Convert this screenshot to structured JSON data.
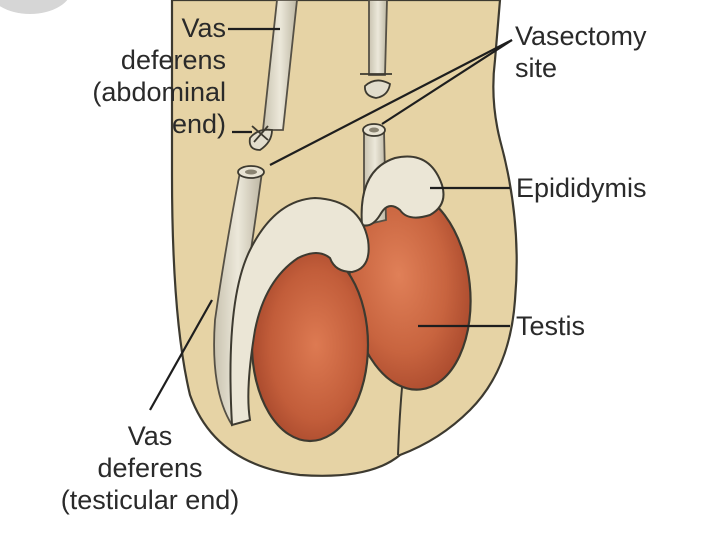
{
  "diagram": {
    "labels": {
      "vas_deferens_abdominal": [
        "Vas",
        "deferens",
        "(abdominal",
        "end)"
      ],
      "vasectomy_site": [
        "Vasectomy",
        "site"
      ],
      "epididymis": "Epididymis",
      "testis": "Testis",
      "vas_deferens_testicular": [
        "Vas",
        "deferens",
        "(testicular end)"
      ]
    },
    "colors": {
      "skin": "#e6d3a5",
      "skin_outline": "#3d3a30",
      "tube": "#e2ddcc",
      "tube_shadow": "#b8b29f",
      "testis": "#c8643f",
      "testis_dark": "#a8482c",
      "testis_light": "#e08058",
      "epididymis": "#ebe6d6",
      "leader_line": "#1e1e1e"
    }
  }
}
